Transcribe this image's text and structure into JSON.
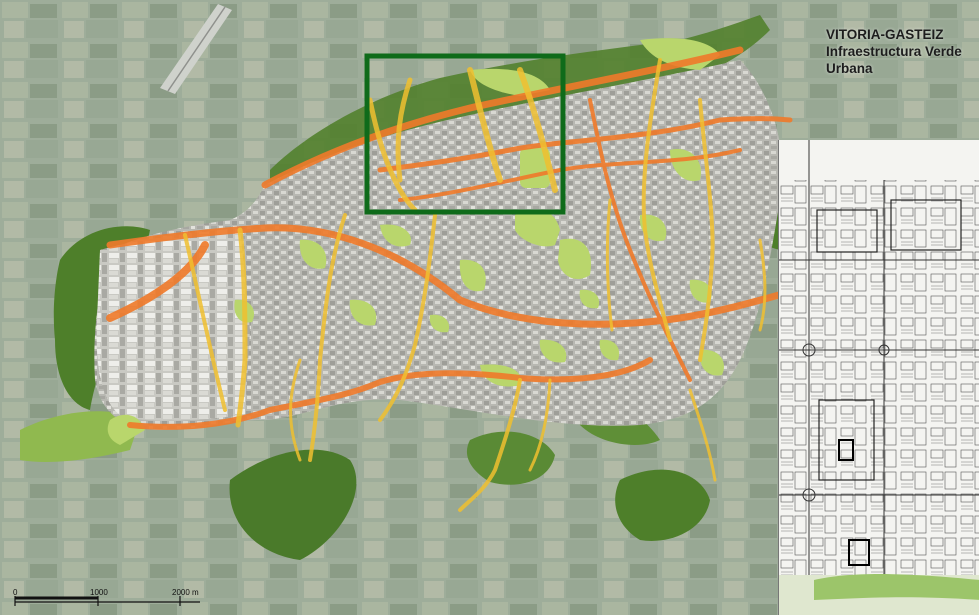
{
  "title": {
    "line1": "VITORIA-GASTEIZ",
    "line2": "Infraestructura Verde",
    "line3": "Urbana"
  },
  "scale_bar": {
    "label_zero": "0",
    "label_mid": "1000",
    "label_end": "2000 m"
  },
  "colors": {
    "corridor_main": "#f07a2a",
    "corridor_secondary": "#f0c030",
    "green_area": "#4e7f2a",
    "park_light": "#b9d66c",
    "focus_frame": "#0f6b1a",
    "urban_fabric": "#b7b7b0"
  }
}
